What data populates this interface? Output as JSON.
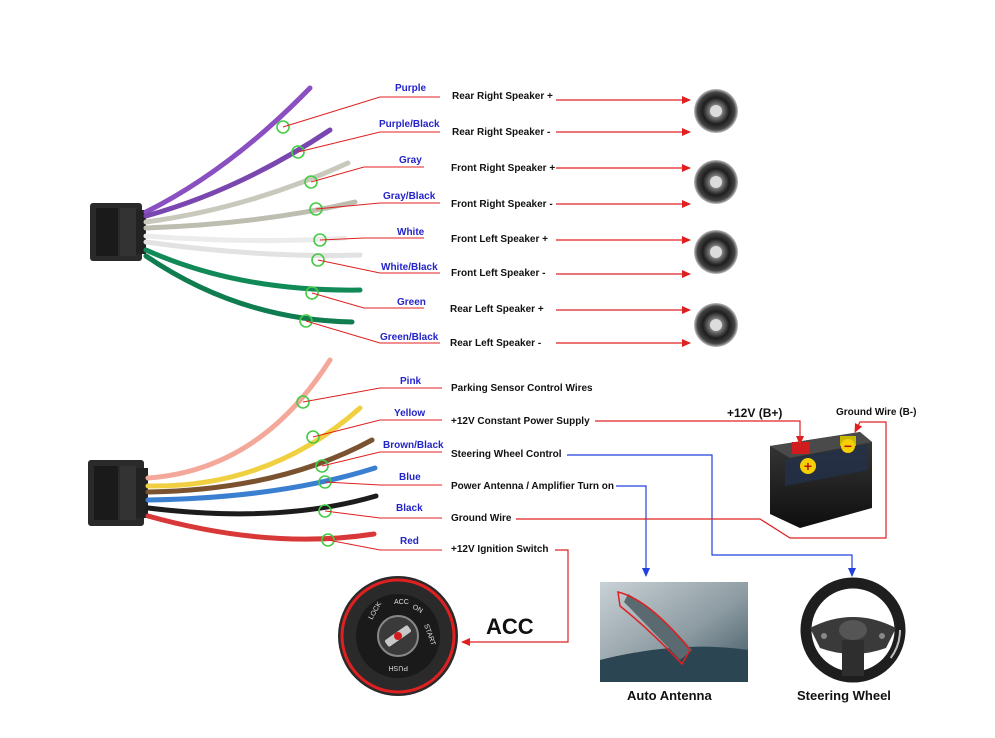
{
  "speaker_wires": [
    {
      "color_name": "Purple",
      "function": "Rear Right Speaker +",
      "wire_color": "#8a4fc0"
    },
    {
      "color_name": "Purple/Black",
      "function": "Rear Right Speaker -",
      "wire_color": "#7a46b0"
    },
    {
      "color_name": "Gray",
      "function": "Front Right Speaker +",
      "wire_color": "#c8c8bc"
    },
    {
      "color_name": "Gray/Black",
      "function": "Front Right Speaker -",
      "wire_color": "#bdbdb0"
    },
    {
      "color_name": "White",
      "function": "Front Left Speaker +",
      "wire_color": "#ececec"
    },
    {
      "color_name": "White/Black",
      "function": "Front Left Speaker -",
      "wire_color": "#e2e2e2"
    },
    {
      "color_name": "Green",
      "function": "Rear Left Speaker +",
      "wire_color": "#128a58"
    },
    {
      "color_name": "Green/Black",
      "function": "Rear Left Speaker -",
      "wire_color": "#0f7d50"
    }
  ],
  "power_wires": [
    {
      "color_name": "Pink",
      "function": "Parking Sensor Control Wires",
      "wire_color": "#f4a89a"
    },
    {
      "color_name": "Yellow",
      "function": "+12V Constant Power Supply",
      "wire_color": "#f0d040"
    },
    {
      "color_name": "Brown/Black",
      "function": "Steering Wheel Control",
      "wire_color": "#7a5230"
    },
    {
      "color_name": "Blue",
      "function": "Power Antenna / Amplifier Turn on",
      "wire_color": "#3b7fd0"
    },
    {
      "color_name": "Black",
      "function": "Ground Wire",
      "wire_color": "#1c1c1c"
    },
    {
      "color_name": "Red",
      "function": "+12V  Ignition Switch",
      "wire_color": "#d83838"
    }
  ],
  "battery": {
    "positive_label": "+12V  (B+)",
    "ground_label": "Ground Wire (B-)",
    "plus_symbol": "+",
    "minus_symbol": "−"
  },
  "acc_label": "ACC",
  "ignition_texts": {
    "lock": "LOCK",
    "acc": "ACC",
    "on": "ON",
    "start": "START",
    "push": "PUSH"
  },
  "antenna_caption": "Auto Antenna",
  "steering_caption": "Steering Wheel",
  "colors": {
    "arrow_red": "#e02020",
    "arrow_blue": "#2040e0",
    "label_blue": "#2424c8",
    "marker_green": "#44cc44",
    "connector": "#2a2a2a"
  }
}
